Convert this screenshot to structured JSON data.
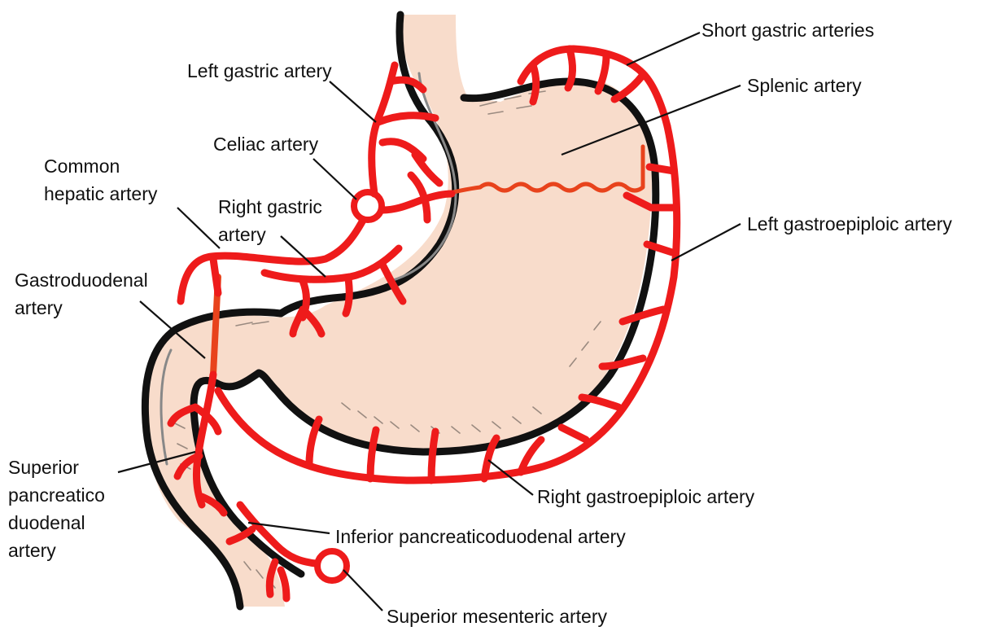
{
  "labels": {
    "short_gastric": "Short gastric arteries",
    "splenic": "Splenic artery",
    "left_gastric": "Left gastric artery",
    "celiac": "Celiac artery",
    "common_hepatic_1": "Common",
    "common_hepatic_2": "hepatic artery",
    "right_gastric_1": "Right gastric",
    "right_gastric_2": "artery",
    "gastroduodenal_1": "Gastroduodenal",
    "gastroduodenal_2": "artery",
    "left_gastroepiploic": "Left gastroepiploic artery",
    "superior_pd_1": "Superior",
    "superior_pd_2": "pancreatico",
    "superior_pd_3": "duodenal",
    "superior_pd_4": "artery",
    "right_gastroepiploic": "Right gastroepiploic artery",
    "inferior_pd": "Inferior pancreaticoduodenal artery",
    "superior_mesenteric": "Superior mesenteric artery"
  },
  "colors": {
    "artery": "#ee1b1b",
    "splenic_artery": "#e8431c",
    "stomach": "#f8dccb",
    "wall": "#111111",
    "text": "#111111"
  }
}
